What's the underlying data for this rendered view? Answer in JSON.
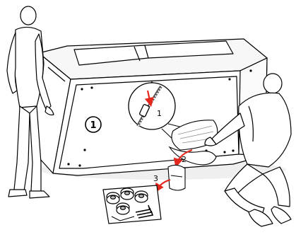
{
  "figure": {
    "main_step_number": "1",
    "sub_steps": [
      "1",
      "2",
      "3"
    ],
    "colors": {
      "line": "#000000",
      "fill": "#ffffff",
      "arrow": "#e5281e",
      "shadow": "#d9d9d9"
    }
  }
}
